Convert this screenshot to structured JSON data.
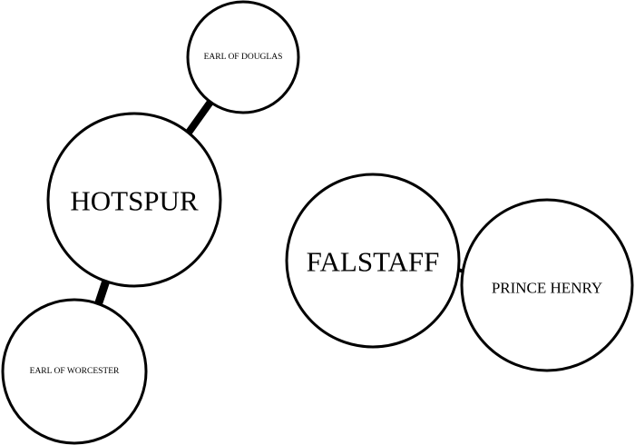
{
  "nodes": {
    "earl_of_douglas": "EARL OF DOUGLAS",
    "hotspur": "HOTSPUR",
    "earl_of_worcester": "EARL OF WORCESTER",
    "falstaff": "FALSTAFF",
    "prince_henry": "PRINCE HENRY"
  },
  "edges": [
    {
      "from": "hotspur",
      "to": "earl_of_douglas"
    },
    {
      "from": "hotspur",
      "to": "earl_of_worcester"
    },
    {
      "from": "falstaff",
      "to": "prince_henry"
    }
  ],
  "colors": {
    "stroke": "#000000",
    "fill": "#ffffff"
  }
}
